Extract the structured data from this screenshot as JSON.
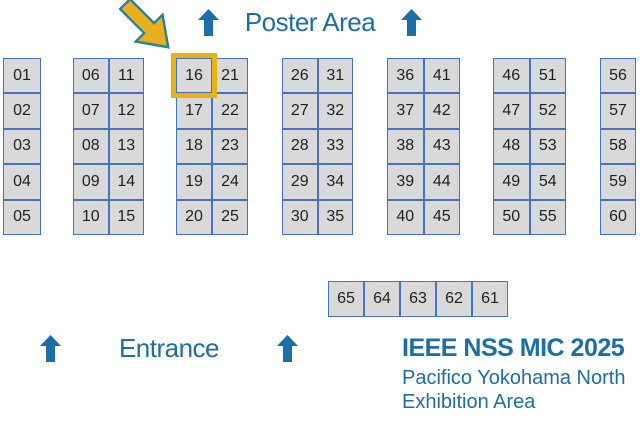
{
  "header": {
    "poster_area_label": "Poster Area"
  },
  "footer": {
    "entrance_label": "Entrance",
    "event_title": "IEEE NSS MIC 2025",
    "event_venue_line1": "Pacifico Yokohama North",
    "event_venue_line2": "Exhibition Area"
  },
  "highlighted_booth": "16",
  "blocks": [
    {
      "columns": [
        [
          "01",
          "02",
          "03",
          "04",
          "05"
        ]
      ]
    },
    {
      "columns": [
        [
          "06",
          "07",
          "08",
          "09",
          "10"
        ],
        [
          "11",
          "12",
          "13",
          "14",
          "15"
        ]
      ]
    },
    {
      "columns": [
        [
          "16",
          "17",
          "18",
          "19",
          "20"
        ],
        [
          "21",
          "22",
          "23",
          "24",
          "25"
        ]
      ]
    },
    {
      "columns": [
        [
          "26",
          "27",
          "28",
          "29",
          "30"
        ],
        [
          "31",
          "32",
          "33",
          "34",
          "35"
        ]
      ]
    },
    {
      "columns": [
        [
          "36",
          "37",
          "38",
          "39",
          "40"
        ],
        [
          "41",
          "42",
          "43",
          "44",
          "45"
        ]
      ]
    },
    {
      "columns": [
        [
          "46",
          "47",
          "48",
          "49",
          "50"
        ],
        [
          "51",
          "52",
          "53",
          "54",
          "55"
        ]
      ]
    },
    {
      "columns": [
        [
          "56",
          "57",
          "58",
          "59",
          "60"
        ]
      ]
    }
  ],
  "back_row": [
    "65",
    "64",
    "63",
    "62",
    "61"
  ],
  "icons": {
    "up_arrow": "up-arrow-icon",
    "diagonal_arrow": "diagonal-arrow-icon"
  },
  "colors": {
    "accent_blue": "#1C6EA8",
    "cell_fill": "#D9D9D9",
    "cell_border": "#4472C4",
    "highlight_gold": "#EDB111",
    "arrow_fill": "#E8AF1E",
    "arrow_outline": "#2E7E9E"
  }
}
